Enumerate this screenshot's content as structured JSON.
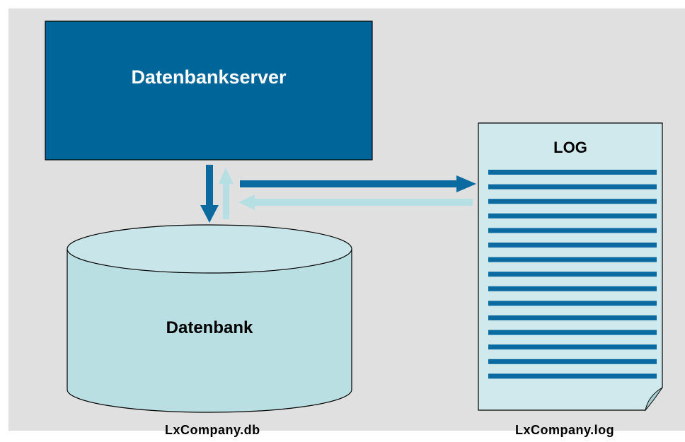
{
  "server": {
    "label": "Datenbankserver"
  },
  "database": {
    "label": "Datenbank",
    "caption": "LxCompany.db"
  },
  "log": {
    "title": "LOG",
    "caption": "LxCompany.log",
    "line_count": 15
  },
  "colors": {
    "server_fill": "#006699",
    "light_fill": "#b9dfe2",
    "dark_arrow": "#0b6aa0",
    "light_arrow": "#b5dfe3",
    "log_line": "#0b6aa0",
    "background": "#e0e0e0"
  }
}
